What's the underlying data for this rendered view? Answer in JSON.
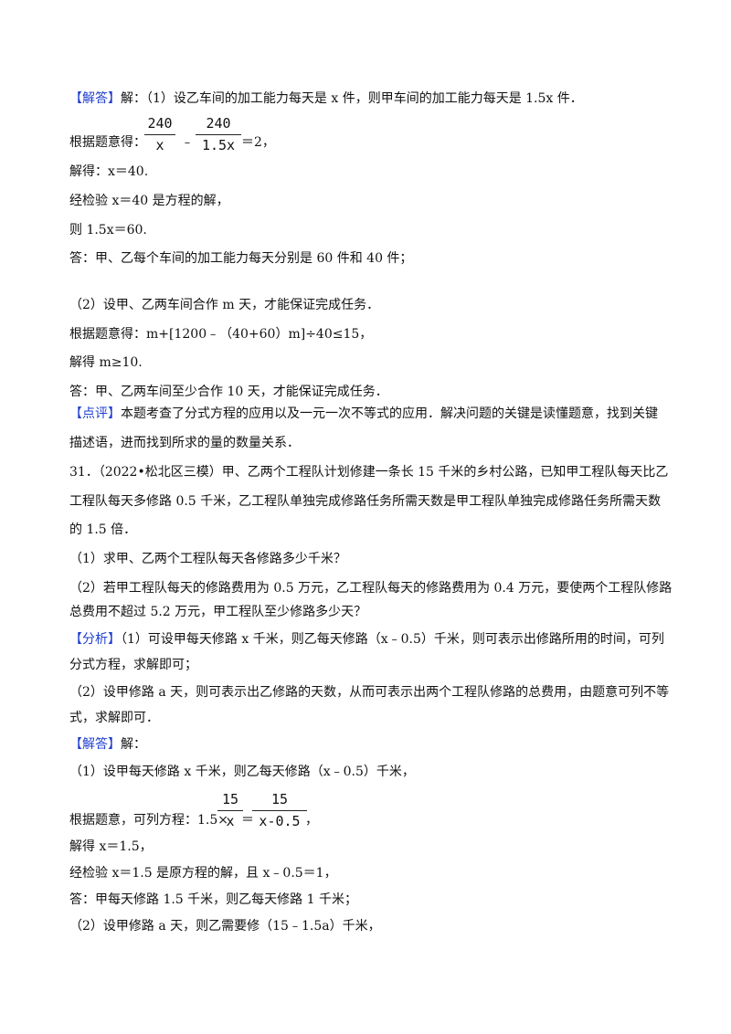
{
  "colors": {
    "tag": "#1f3fcf",
    "text": "#111111"
  },
  "lines": [
    {
      "id": "l1",
      "tag": "【解答】",
      "text": "解：（1）设乙车间的加工能力每天是 x 件，则甲车间的加工能力每天是 1.5x 件．"
    },
    {
      "id": "l2",
      "tag": "",
      "text": "根据题意得："
    },
    {
      "id": "l3",
      "tag": "",
      "text": "解得：x＝40."
    },
    {
      "id": "l4",
      "tag": "",
      "text": "经检验 x＝40 是方程的解，"
    },
    {
      "id": "l5",
      "tag": "",
      "text": "则 1.5x＝60."
    },
    {
      "id": "l6",
      "tag": "",
      "text": "答：甲、乙每个车间的加工能力每天分别是 60 件和 40 件；"
    },
    {
      "id": "l7",
      "tag": "",
      "text": "（2）设甲、乙两车间合作 m 天，才能保证完成任务．"
    },
    {
      "id": "l8",
      "tag": "",
      "text": "根据题意得：m+[1200﹣（40+60）m]÷40≤15，"
    },
    {
      "id": "l9",
      "tag": "",
      "text": "解得 m≥10."
    },
    {
      "id": "l10",
      "tag": "",
      "text": "答：甲、乙两车间至少合作 10 天，才能保证完成任务．"
    },
    {
      "id": "l11",
      "tag": "【点评】",
      "text": "本题考查了分式方程的应用以及一元一次不等式的应用．解决问题的关键是读懂题意，找到关键"
    },
    {
      "id": "l12",
      "tag": "",
      "text": "描述语，进而找到所求的量的数量关系．"
    },
    {
      "id": "l13",
      "tag": "",
      "text": "31．（2022•松北区三模）甲、乙两个工程队计划修建一条长 15 千米的乡村公路，已知甲工程队每天比乙"
    },
    {
      "id": "l14",
      "tag": "",
      "text": "工程队每天多修路 0.5 千米，乙工程队单独完成修路任务所需天数是甲工程队单独完成修路任务所需天数"
    },
    {
      "id": "l15",
      "tag": "",
      "text": "的 1.5 倍．"
    },
    {
      "id": "l16",
      "tag": "",
      "text": "（1）求甲、乙两个工程队每天各修路多少千米？"
    },
    {
      "id": "l17",
      "tag": "",
      "text": "（2）若甲工程队每天的修路费用为 0.5 万元，乙工程队每天的修路费用为 0.4 万元，要使两个工程队修路"
    },
    {
      "id": "l18",
      "tag": "",
      "text": "总费用不超过 5.2 万元，甲工程队至少修路多少天？"
    },
    {
      "id": "l19",
      "tag": "【分析】",
      "text": "（1）可设甲每天修路 x 千米，则乙每天修路（x﹣0.5）千米，则可表示出修路所用的时间，可列"
    },
    {
      "id": "l20",
      "tag": "",
      "text": "分式方程，求解即可；"
    },
    {
      "id": "l21",
      "tag": "",
      "text": "（2）设甲修路 a 天，则可表示出乙修路的天数，从而可表示出两个工程队修路的总费用，由题意可列不等"
    },
    {
      "id": "l22",
      "tag": "",
      "text": "式，求解即可．"
    },
    {
      "id": "l23",
      "tag": "【解答】",
      "text": "解："
    },
    {
      "id": "l24",
      "tag": "",
      "text": "（1）设甲每天修路 x 千米，则乙每天修路（x﹣0.5）千米，"
    },
    {
      "id": "l25",
      "tag": "",
      "text": "根据题意，可列方程：1.5×"
    },
    {
      "id": "l26",
      "tag": "",
      "text": "解得 x＝1.5，"
    },
    {
      "id": "l27",
      "tag": "",
      "text": "经检验 x＝1.5 是原方程的解，且 x﹣0.5＝1，"
    },
    {
      "id": "l28",
      "tag": "",
      "text": "答：甲每天修路 1.5 千米，则乙每天修路 1 千米；"
    },
    {
      "id": "l29",
      "tag": "",
      "text": "（2）设甲修路 a 天，则乙需要修（15﹣1.5a）千米，"
    }
  ],
  "eq1": {
    "f1_num": "240",
    "f1_den": "x",
    "op": "﹣",
    "f2_num": "240",
    "f2_den": "1.5x",
    "rhs": "＝2，"
  },
  "eq2": {
    "f1_num": "15",
    "f1_den": "x",
    "eq": "＝",
    "f2_num": "15",
    "f2_den": "x-0.5",
    "tail": "，"
  }
}
